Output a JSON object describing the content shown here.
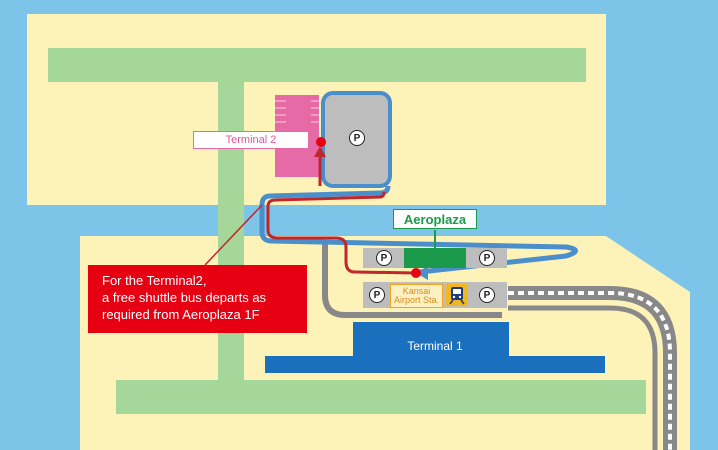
{
  "labels": {
    "terminal2": "Terminal 2",
    "aeroplaza": "Aeroplaza",
    "terminal1": "Terminal 1",
    "station_line1": "Kansai",
    "station_line2": "Airport Sta."
  },
  "callout": {
    "line1": "For the Terminal2,",
    "line2": "a free shuttle bus departs as",
    "line3": "required from Aeroplaza 1F"
  },
  "parking_symbol": "P",
  "icons": {
    "train": "train-icon",
    "parking": "parking-icon"
  },
  "colors": {
    "sea": "#7cc4e8",
    "land": "#fdf2b8",
    "green_strip": "#a5d69a",
    "terminal2": "#e56aa6",
    "terminal1": "#1a70bd",
    "aeroplaza": "#1a9a4a",
    "shuttle_route": "#c0272d",
    "rail": "#888888",
    "callout": "#e60012"
  }
}
